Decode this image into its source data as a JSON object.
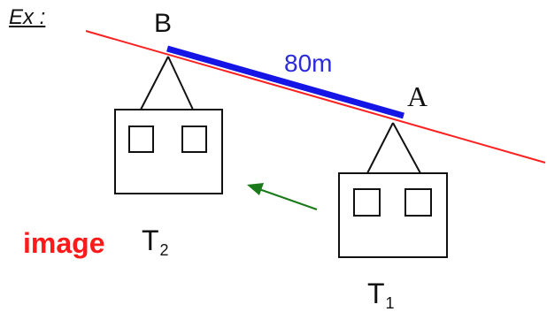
{
  "labels": {
    "example": "Ex :",
    "point_b": "B",
    "point_a": "A",
    "distance": "80m",
    "image_word": "image",
    "t2_letter": "T",
    "t2_index": "2",
    "t1_letter": "T",
    "t1_index": "1"
  },
  "colors": {
    "cable": "#ff2020",
    "segment_ab": "#1515e6",
    "distance_text": "#2b2bdc",
    "image_text": "#ff1a1a",
    "arrow": "#1a7a1a",
    "cabin": "#111111"
  },
  "icons": {
    "cabin_t2": "cable-car-cabin",
    "cabin_t1": "cable-car-cabin",
    "motion_arrow": "arrow-up-left"
  }
}
